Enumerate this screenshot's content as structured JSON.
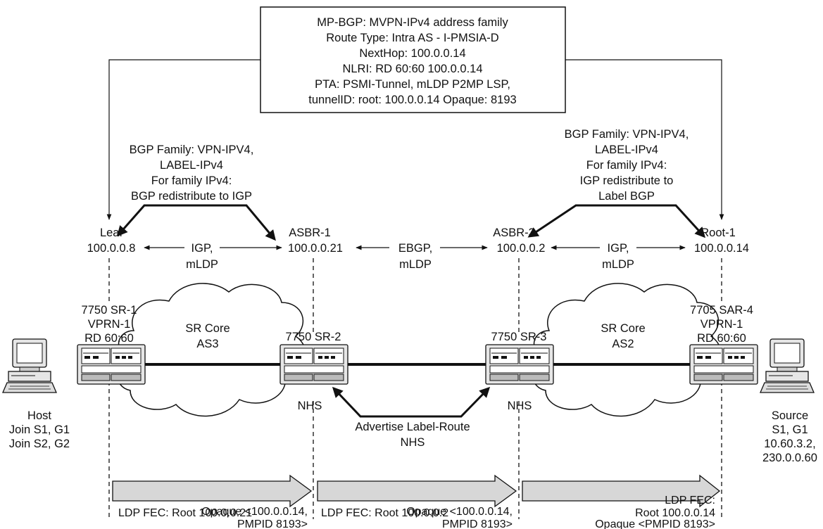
{
  "mpbgp_box": {
    "lines": [
      "MP-BGP: MVPN-IPv4 address family",
      "Route Type: Intra AS - I-PMSIA-D",
      "NextHop: 100.0.0.14",
      "NLRI: RD 60:60  100.0.0.14",
      "PTA: PSMI-Tunnel, mLDP P2MP LSP,",
      "tunnelID: root: 100.0.0.14 Opaque: 8193"
    ]
  },
  "left_bgp_note": {
    "lines": [
      "BGP Family: VPN-IPV4,",
      "LABEL-IPv4",
      "For family IPv4:",
      "BGP redistribute to IGP"
    ]
  },
  "right_bgp_note": {
    "lines": [
      "BGP Family: VPN-IPV4,",
      "LABEL-IPv4",
      "For family IPv4:",
      "IGP redistribute to",
      "Label BGP"
    ]
  },
  "nodes": {
    "leaf": {
      "name": "Leaf",
      "ip": "100.0.0.8"
    },
    "asbr1": {
      "name": "ASBR-1",
      "ip": "100.0.0.21"
    },
    "asbr3": {
      "name": "ASBR-3",
      "ip": "100.0.0.2"
    },
    "root1": {
      "name": "Root-1",
      "ip": "100.0.0.14"
    }
  },
  "links": {
    "igp_left": [
      "IGP,",
      "mLDP"
    ],
    "ebgp": [
      "EBGP,",
      "mLDP"
    ],
    "igp_right": [
      "IGP,",
      "mLDP"
    ]
  },
  "routers": {
    "sr1": [
      "7750 SR-1",
      "VPRN-1",
      "RD 60:60"
    ],
    "sr2": [
      "7750 SR-2"
    ],
    "sr3": [
      "7750 SR-3"
    ],
    "sar4": [
      "7705 SAR-4",
      "VPRN-1",
      "RD 60:60"
    ]
  },
  "clouds": {
    "as3": [
      "SR Core",
      "AS3"
    ],
    "as2": [
      "SR Core",
      "AS2"
    ]
  },
  "nhs_left": "NHS",
  "nhs_right": "NHS",
  "advertise": [
    "Advertise Label-Route",
    "NHS"
  ],
  "host": [
    "Host",
    "Join S1, G1",
    "Join S2, G2"
  ],
  "source": [
    "Source",
    "S1, G1",
    "10.60.3.2,",
    "230.0.0.60"
  ],
  "fec": {
    "left": [
      "LDP FEC: Root 100.0.0.21",
      "Opaque <100.0.0.14,",
      "PMPID 8193>"
    ],
    "middle": [
      "LDP FEC: Root 100.0.0.2",
      "Opaque <100.0.0.14,",
      "PMPID 8193>"
    ],
    "right": [
      "LDP FEC:",
      "Root 100.0.0.14",
      "Opaque <PMPID 8193>"
    ]
  }
}
